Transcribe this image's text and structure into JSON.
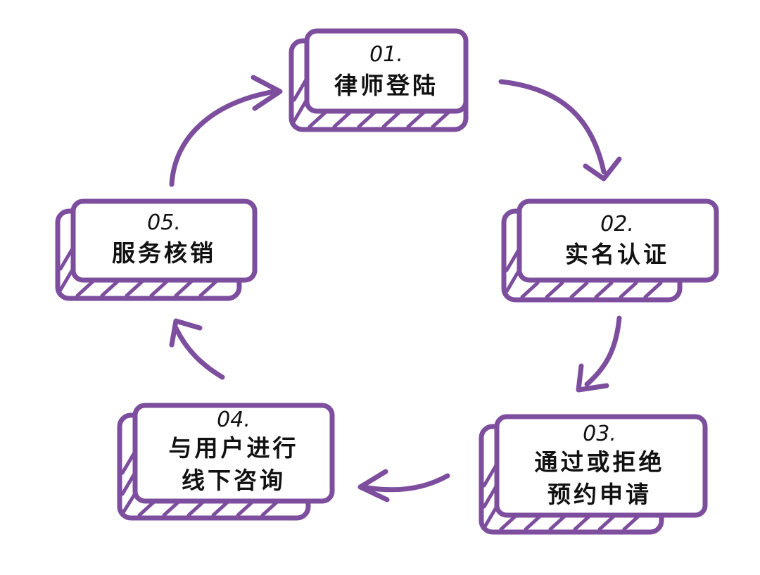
{
  "diagram": {
    "accent_color": "#7c4e9d",
    "steps": [
      {
        "number": "01.",
        "lines": [
          "律师登陆"
        ]
      },
      {
        "number": "02.",
        "lines": [
          "实名认证"
        ]
      },
      {
        "number": "03.",
        "lines": [
          "通过或拒绝",
          "预约申请"
        ]
      },
      {
        "number": "04.",
        "lines": [
          "与用户进行",
          "线下咨询"
        ]
      },
      {
        "number": "05.",
        "lines": [
          "服务核销"
        ]
      }
    ]
  }
}
